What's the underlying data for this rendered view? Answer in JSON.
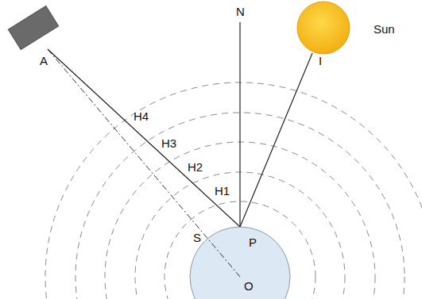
{
  "diagram": {
    "labels": [
      "A",
      "H4",
      "H3",
      "H2",
      "H1",
      "N",
      "Sun",
      "I",
      "S",
      "P",
      "O"
    ]
  }
}
